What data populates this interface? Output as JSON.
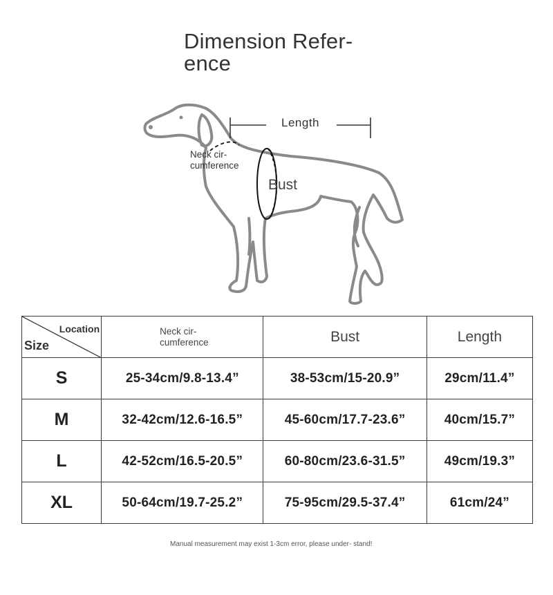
{
  "title": "Dimension Refer- ence",
  "figure": {
    "length_label": "Length",
    "neck_label": "Neck cir- cumference",
    "bust_label": "Bust"
  },
  "table": {
    "corner_location": "Location",
    "corner_size": "Size",
    "headers": [
      "Neck cir- cumference",
      "Bust",
      "Length"
    ],
    "rows": [
      {
        "size": "S",
        "neck": "25-34cm/9.8-13.4”",
        "bust": "38-53cm/15-20.9”",
        "length": "29cm/11.4”"
      },
      {
        "size": "M",
        "neck": "32-42cm/12.6-16.5”",
        "bust": "45-60cm/17.7-23.6”",
        "length": "40cm/15.7”"
      },
      {
        "size": "L",
        "neck": "42-52cm/16.5-20.5”",
        "bust": "60-80cm/23.6-31.5”",
        "length": "49cm/19.3”"
      },
      {
        "size": "XL",
        "neck": "50-64cm/19.7-25.2”",
        "bust": "75-95cm/29.5-37.4”",
        "length": "61cm/24”"
      }
    ]
  },
  "note": "Manual measurement may exist 1-3cm error, please under- stand!"
}
